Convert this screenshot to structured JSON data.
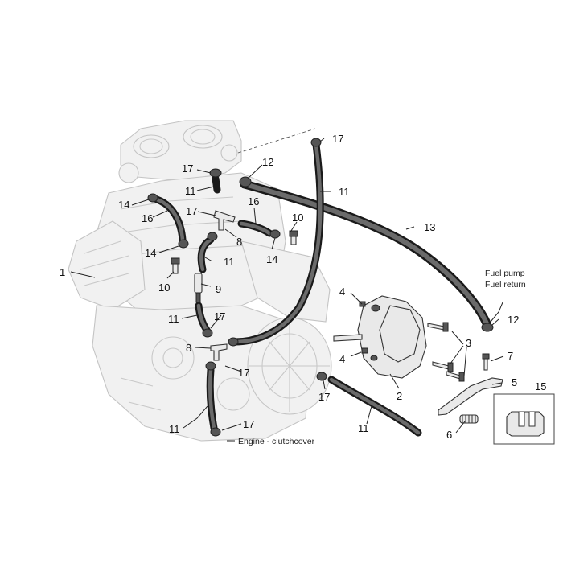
{
  "diagram": {
    "callouts": {
      "c1": "1",
      "c2": "2",
      "c3": "3",
      "c4a": "4",
      "c4b": "4",
      "c5": "5",
      "c6": "6",
      "c7": "7",
      "c8a": "8",
      "c8b": "8",
      "c9": "9",
      "c10a": "10",
      "c10b": "10",
      "c11a": "11",
      "c11b": "11",
      "c11c": "11",
      "c11d": "11",
      "c11e": "11",
      "c11f": "11",
      "c12a": "12",
      "c12b": "12",
      "c13": "13",
      "c14a": "14",
      "c14b": "14",
      "c14c": "14",
      "c15": "15",
      "c16a": "16",
      "c16b": "16",
      "c17a": "17",
      "c17b": "17",
      "c17c": "17",
      "c17d": "17",
      "c17e": "17",
      "c17f": "17"
    },
    "notes": {
      "fuel_pump": "Fuel pump",
      "fuel_return": "Fuel return",
      "engine_clutchcover": "Engine - clutchcover"
    }
  }
}
